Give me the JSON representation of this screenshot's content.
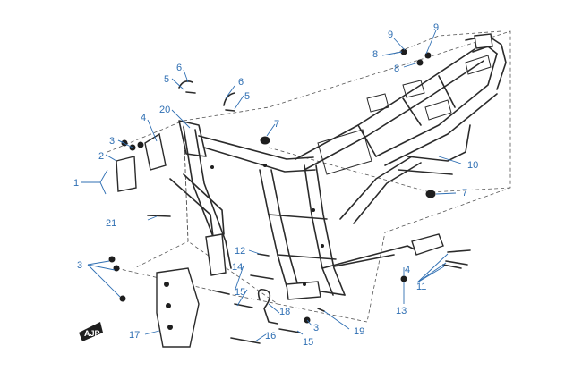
{
  "diagram": {
    "callouts": [
      "1",
      "2",
      "3",
      "4",
      "5",
      "6",
      "7",
      "8",
      "9",
      "10",
      "11",
      "12",
      "13",
      "14",
      "15",
      "16",
      "17",
      "18",
      "19",
      "20",
      "21"
    ],
    "callout_color": "#2f6fb3",
    "line_color": "#2b2b2b",
    "emblem_text": "AJP"
  }
}
